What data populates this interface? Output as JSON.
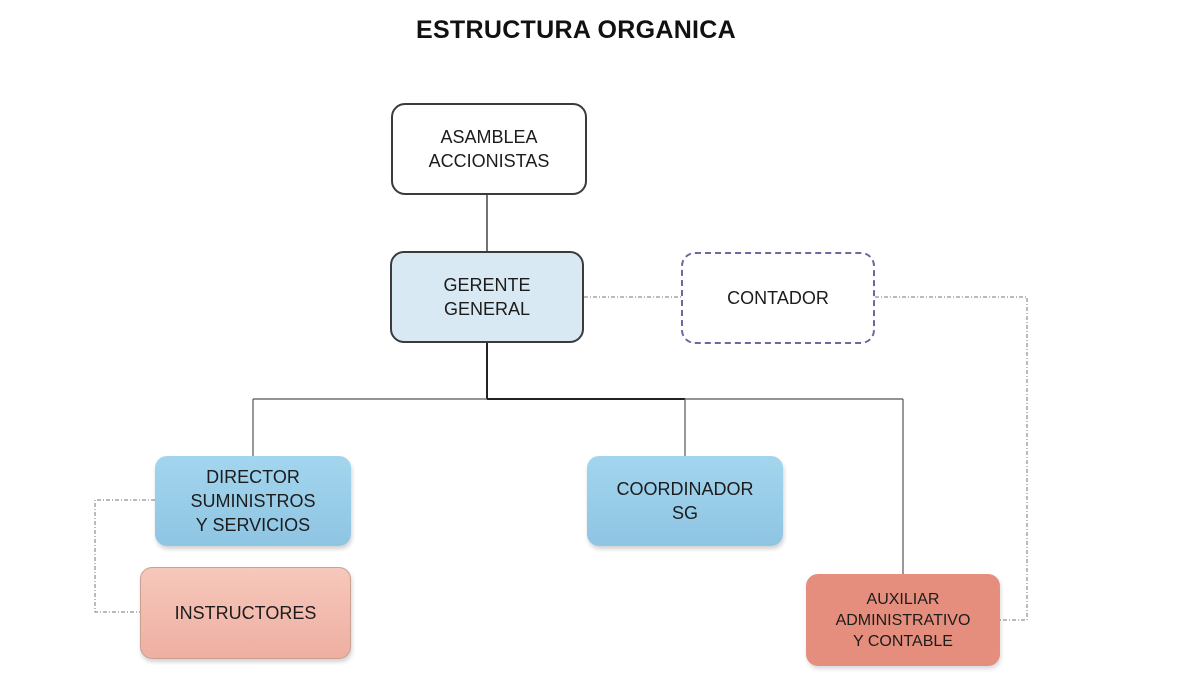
{
  "title": "ESTRUCTURA ORGANICA",
  "nodes": {
    "asamblea": "ASAMBLEA\nACCIONISTAS",
    "gerente": "GERENTE\nGENERAL",
    "contador": "CONTADOR",
    "director": "DIRECTOR\nSUMINISTROS\nY SERVICIOS",
    "coordinador": "COORDINADOR\nSG",
    "instructores": "INSTRUCTORES",
    "auxiliar": "AUXILIAR\nADMINISTRATIVO\nY CONTABLE"
  },
  "edges": [
    {
      "from": "asamblea",
      "to": "gerente",
      "style": "solid"
    },
    {
      "from": "gerente",
      "to": "director",
      "style": "solid"
    },
    {
      "from": "gerente",
      "to": "coordinador",
      "style": "solid"
    },
    {
      "from": "gerente",
      "to": "auxiliar",
      "style": "solid"
    },
    {
      "from": "gerente",
      "to": "contador",
      "style": "dash-dot"
    },
    {
      "from": "contador",
      "to": "auxiliar",
      "style": "dash-dot"
    },
    {
      "from": "director",
      "to": "instructores",
      "style": "dash-dot"
    }
  ]
}
